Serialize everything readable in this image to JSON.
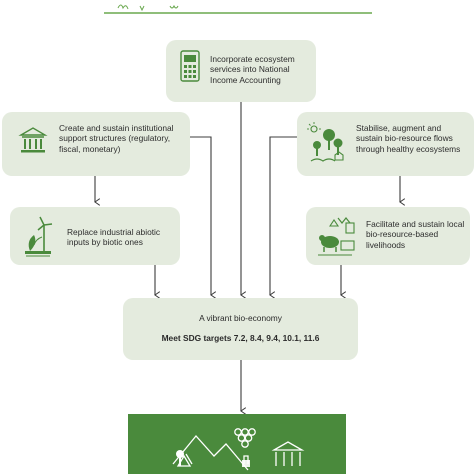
{
  "boxes": {
    "accounting": "Incorporate ecosystem services into National Income Accounting",
    "institutional": "Create and sustain institutional support structures (regulatory, fiscal, monetary)",
    "bioresource": "Stabilise, augment and sustain bio-resource flows through healthy ecosystems",
    "biotic": "Replace industrial abiotic inputs by biotic ones",
    "livelihoods": "Facilitate and sustain local bio-resource-based livelihoods"
  },
  "outcome": {
    "title": "A vibrant bio-economy",
    "targets": "Meet SDG targets 7.2, 8.4, 9.4, 10.1, 11.6"
  },
  "icons": {
    "accounting": "calculator-icon",
    "institutional": "institution-building-icon",
    "bioresource": "ecosystem-icon",
    "biotic": "wind-turbine-plant-icon",
    "livelihoods": "livelihood-icon",
    "banner": "landscape-icon"
  },
  "colors": {
    "box_fill": "#e4ebde",
    "accent_green": "#4a8a3c",
    "line_green": "#6aa84f",
    "arrow": "#3d3d3d"
  }
}
